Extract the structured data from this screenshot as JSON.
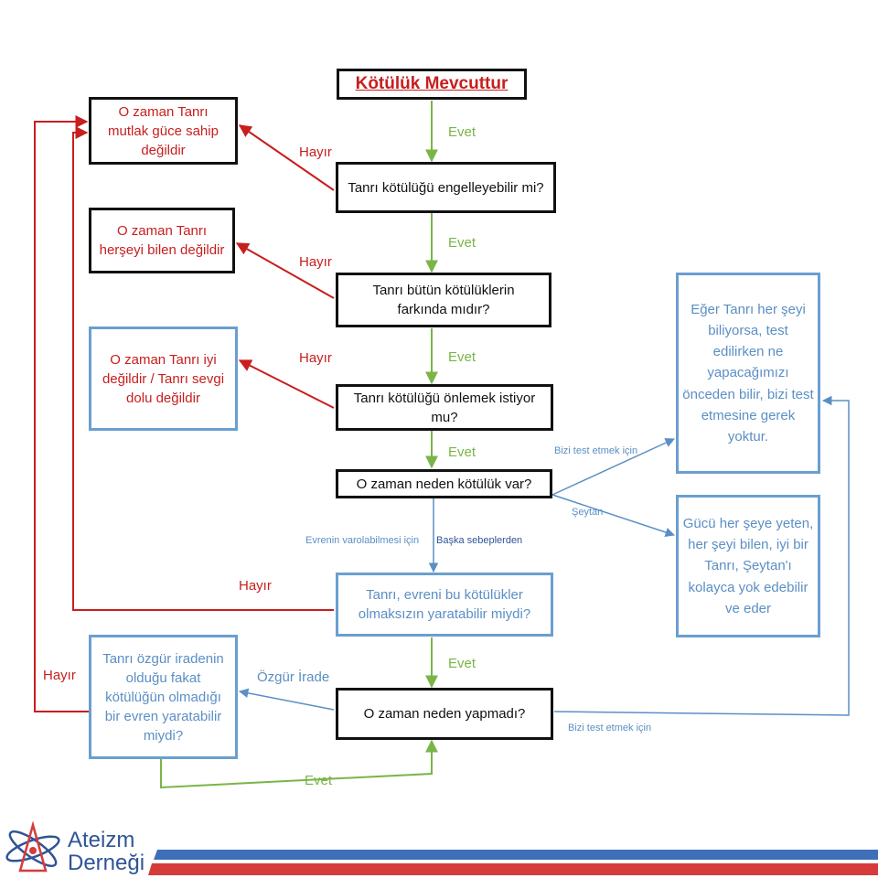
{
  "title": "Kötülük Mevcuttur",
  "questions": {
    "q1": "Tanrı kötülüğü engelleyebilir mi?",
    "q2": "Tanrı bütün kötülüklerin farkında mıdır?",
    "q3": "Tanrı kötülüğü önlemek istiyor mu?",
    "q4": "O zaman neden kötülük var?",
    "q5": "Tanrı, evreni bu kötülükler olmaksızın yaratabilir miydi?",
    "q6": "O zaman neden yapmadı?",
    "q7": "Tanrı özgür iradenin olduğu fakat kötülüğün olmadığı bir evren yaratabilir miydi?"
  },
  "conclusions": {
    "c1": "O zaman Tanrı mutlak güce sahip değildir",
    "c2": "O zaman Tanrı herşeyi bilen değildir",
    "c3": "O zaman Tanrı iyi değildir / Tanrı sevgi dolu değildir",
    "c4": "Eğer Tanrı her şeyi biliyorsa, test edilirken ne yapacağımızı önceden bilir, bizi test etmesine gerek yoktur.",
    "c5": "Gücü her şeye yeten, her şeyi bilen, iyi bir Tanrı, Şeytan'ı kolayca yok edebilir ve eder"
  },
  "labels": {
    "evet1": "Evet",
    "evet2": "Evet",
    "evet3": "Evet",
    "evet4": "Evet",
    "evet5": "Evet",
    "evet6": "Evet",
    "hayir1": "Hayır",
    "hayir2": "Hayır",
    "hayir3": "Hayır",
    "hayir4": "Hayır",
    "hayir5": "Hayır",
    "bizi_test1": "Bizi test etmek için",
    "seytan": "Şeytan",
    "evrenin": "Evrenin varolabilmesi için",
    "baska": "Başka sebeplerden",
    "ozgur_irade": "Özgür İrade",
    "bizi_test2": "Bizi test etmek için"
  },
  "brand": {
    "line1": "Ateizm",
    "line2": "Derneği"
  },
  "colors": {
    "yes": "#79b547",
    "no": "#c81e1e",
    "blue": "#5b8fc4",
    "stripe_blue": "#3f6fb8",
    "stripe_red": "#d63b3b"
  }
}
